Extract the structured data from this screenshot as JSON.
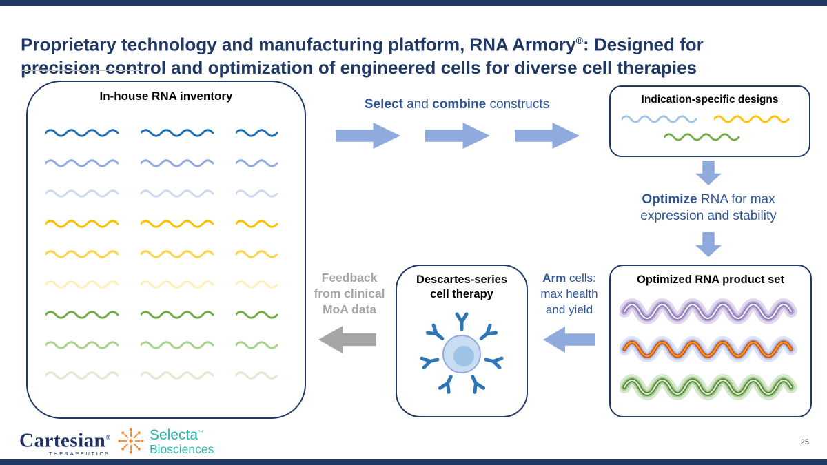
{
  "colors": {
    "navy": "#1f3864",
    "accent_arrow_blue": "#8faadc",
    "text_blue": "#2f5597",
    "gray": "#a6a6a6",
    "selecta_teal": "#2cb4ac",
    "selecta_orange": "#f5821f"
  },
  "title": {
    "line1_pre": "Proprietary technology and manufacturing platform, RNA Armory",
    "reg_mark": "®",
    "line1_post": ": Designed for",
    "line2": "precision control and optimization of engineered cells for diverse cell therapies"
  },
  "inventory": {
    "title": "In-house RNA inventory",
    "wave_colors": [
      "#1f6fb5",
      "#8faadc",
      "#cdd9ef",
      "#ffc000",
      "#ffd24b",
      "#ffeeb5",
      "#70ad47",
      "#a9d18e",
      "#dcead0"
    ],
    "wave_widths": [
      114,
      114,
      74
    ]
  },
  "select_combine": {
    "select": "Select",
    "and": " and ",
    "combine": "combine",
    "constructs": " constructs"
  },
  "indication_box": {
    "title": "Indication-specific designs",
    "wave_colors": [
      "#9dc3e6",
      "#ffc000",
      "#70ad47"
    ]
  },
  "optimize": {
    "bold": "Optimize",
    "rest_line1": " RNA for max",
    "line2": "expression and stability"
  },
  "product_box": {
    "title": "Optimized RNA product set",
    "waves": [
      {
        "glow": "#9b7fc7",
        "mid": "#8a7ab5",
        "core": "#f7f5ef"
      },
      {
        "glow": "#8f9fd9",
        "mid": "#c55a11",
        "core": "#ff9633"
      },
      {
        "glow": "#77b35a",
        "mid": "#538135",
        "core": "#e2efda"
      }
    ]
  },
  "arm": {
    "bold": "Arm",
    "line1_rest": " cells:",
    "line2": "max health",
    "line3": "and yield"
  },
  "therapy_box": {
    "title_line1": "Descartes-series",
    "title_line2": "cell therapy"
  },
  "feedback": {
    "line1": "Feedback",
    "line2": "from clinical",
    "line3": "MoA data"
  },
  "footer": {
    "cartesian_name": "Cartesian",
    "cartesian_reg": "®",
    "cartesian_sub": "THERAPEUTICS",
    "selecta_name": "Selecta",
    "selecta_tm": "™",
    "selecta_sub": "Biosciences",
    "page_number": "25"
  }
}
